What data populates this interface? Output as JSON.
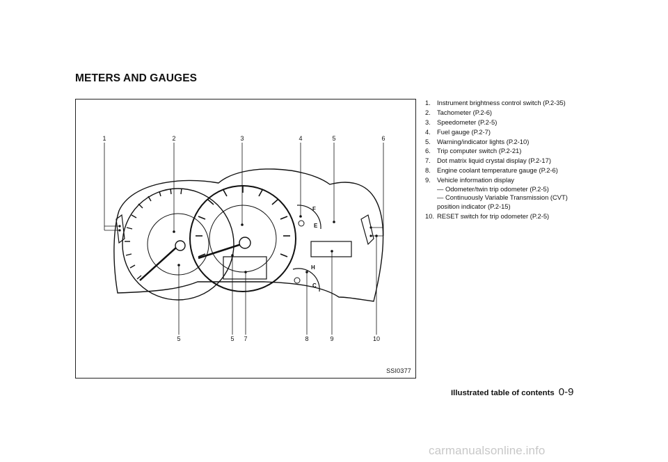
{
  "heading": "METERS AND GAUGES",
  "figure": {
    "code": "SSI0377",
    "callouts_top": [
      "1",
      "2",
      "3",
      "4",
      "5",
      "6"
    ],
    "callouts_bottom": [
      "5",
      "5",
      "7",
      "8",
      "9",
      "10"
    ],
    "fuel_gauge_marks": [
      "F",
      "E"
    ],
    "temp_gauge_marks": [
      "H",
      "C"
    ]
  },
  "items": [
    {
      "num": "1.",
      "text": "Instrument brightness control switch (P.2-35)"
    },
    {
      "num": "2.",
      "text": "Tachometer (P.2-6)"
    },
    {
      "num": "3.",
      "text": "Speedometer (P.2-5)"
    },
    {
      "num": "4.",
      "text": "Fuel gauge (P.2-7)"
    },
    {
      "num": "5.",
      "text": "Warning/indicator lights (P.2-10)"
    },
    {
      "num": "6.",
      "text": "Trip computer switch (P.2-21)"
    },
    {
      "num": "7.",
      "text": "Dot matrix liquid crystal display (P.2-17)"
    },
    {
      "num": "8.",
      "text": "Engine coolant temperature gauge (P.2-6)"
    },
    {
      "num": "9.",
      "text": "Vehicle information display",
      "subs": [
        "— Odometer/twin trip odometer (P.2-5)",
        "— Continuously Variable Transmission (CVT)",
        "position indicator (P.2-15)"
      ]
    },
    {
      "num": "10.",
      "text": "RESET switch for trip odometer (P.2-5)"
    }
  ],
  "footer": {
    "title": "Illustrated table of contents",
    "page": "0-9"
  },
  "watermark": "carmanualsonline.info"
}
